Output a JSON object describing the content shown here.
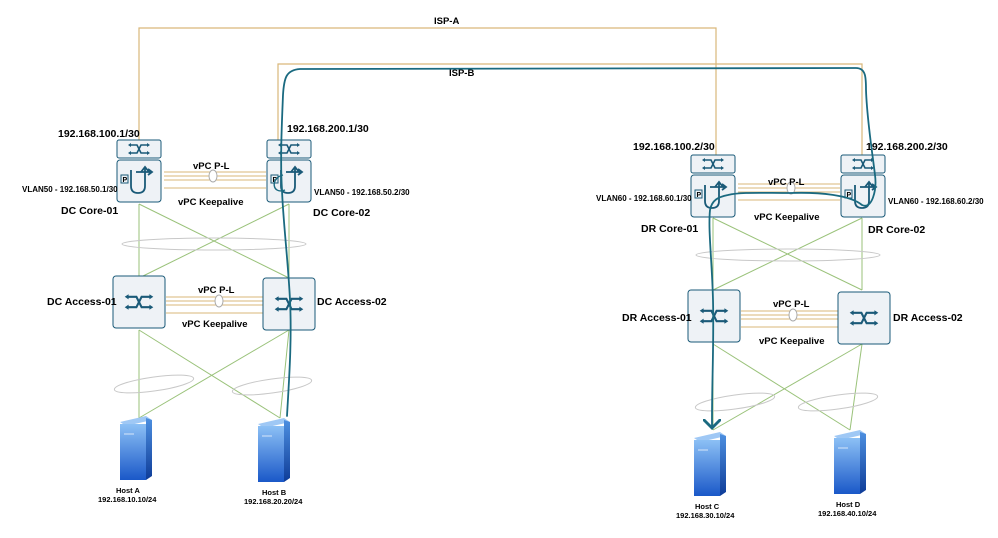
{
  "links": {
    "isp_a": "ISP-A",
    "isp_b": "ISP-B"
  },
  "dc": {
    "core1": {
      "name": "DC Core-01",
      "wan_ip": "192.168.100.1/30",
      "vlan": "VLAN50 - 192.168.50.1/30"
    },
    "core2": {
      "name": "DC Core-02",
      "wan_ip": "192.168.200.1/30",
      "vlan": "VLAN50 - 192.168.50.2/30"
    },
    "core_peer_link": "vPC P-L",
    "core_keepalive": "vPC Keepalive",
    "access1": {
      "name": "DC Access-01"
    },
    "access2": {
      "name": "DC Access-02"
    },
    "access_peer_link": "vPC P-L",
    "access_keepalive": "vPC Keepalive",
    "host_a": {
      "name": "Host A",
      "ip": "192.168.10.10/24"
    },
    "host_b": {
      "name": "Host B",
      "ip": "192.168.20.20/24"
    }
  },
  "dr": {
    "core1": {
      "name": "DR Core-01",
      "wan_ip": "192.168.100.2/30",
      "vlan": "VLAN60 - 192.168.60.1/30"
    },
    "core2": {
      "name": "DR Core-02",
      "wan_ip": "192.168.200.2/30",
      "vlan": "VLAN60 - 192.168.60.2/30"
    },
    "core_peer_link": "vPC P-L",
    "core_keepalive": "vPC Keepalive",
    "access1": {
      "name": "DR Access-01"
    },
    "access2": {
      "name": "DR Access-02"
    },
    "access_peer_link": "vPC P-L",
    "access_keepalive": "vPC Keepalive",
    "host_c": {
      "name": "Host C",
      "ip": "192.168.30.10/24"
    },
    "host_d": {
      "name": "Host D",
      "ip": "192.168.40.10/24"
    }
  },
  "colors": {
    "isp_line": "#d9b77a",
    "peer_link": "#d9b77a",
    "fabric_link": "#9ac27a",
    "trace": "#1a6a80",
    "device_stroke": "#1a5a78",
    "device_fill": "#eef2f6",
    "server_blue": "#2a6fd0"
  },
  "icons": [
    "switch-icon",
    "router-icon",
    "server-icon"
  ]
}
